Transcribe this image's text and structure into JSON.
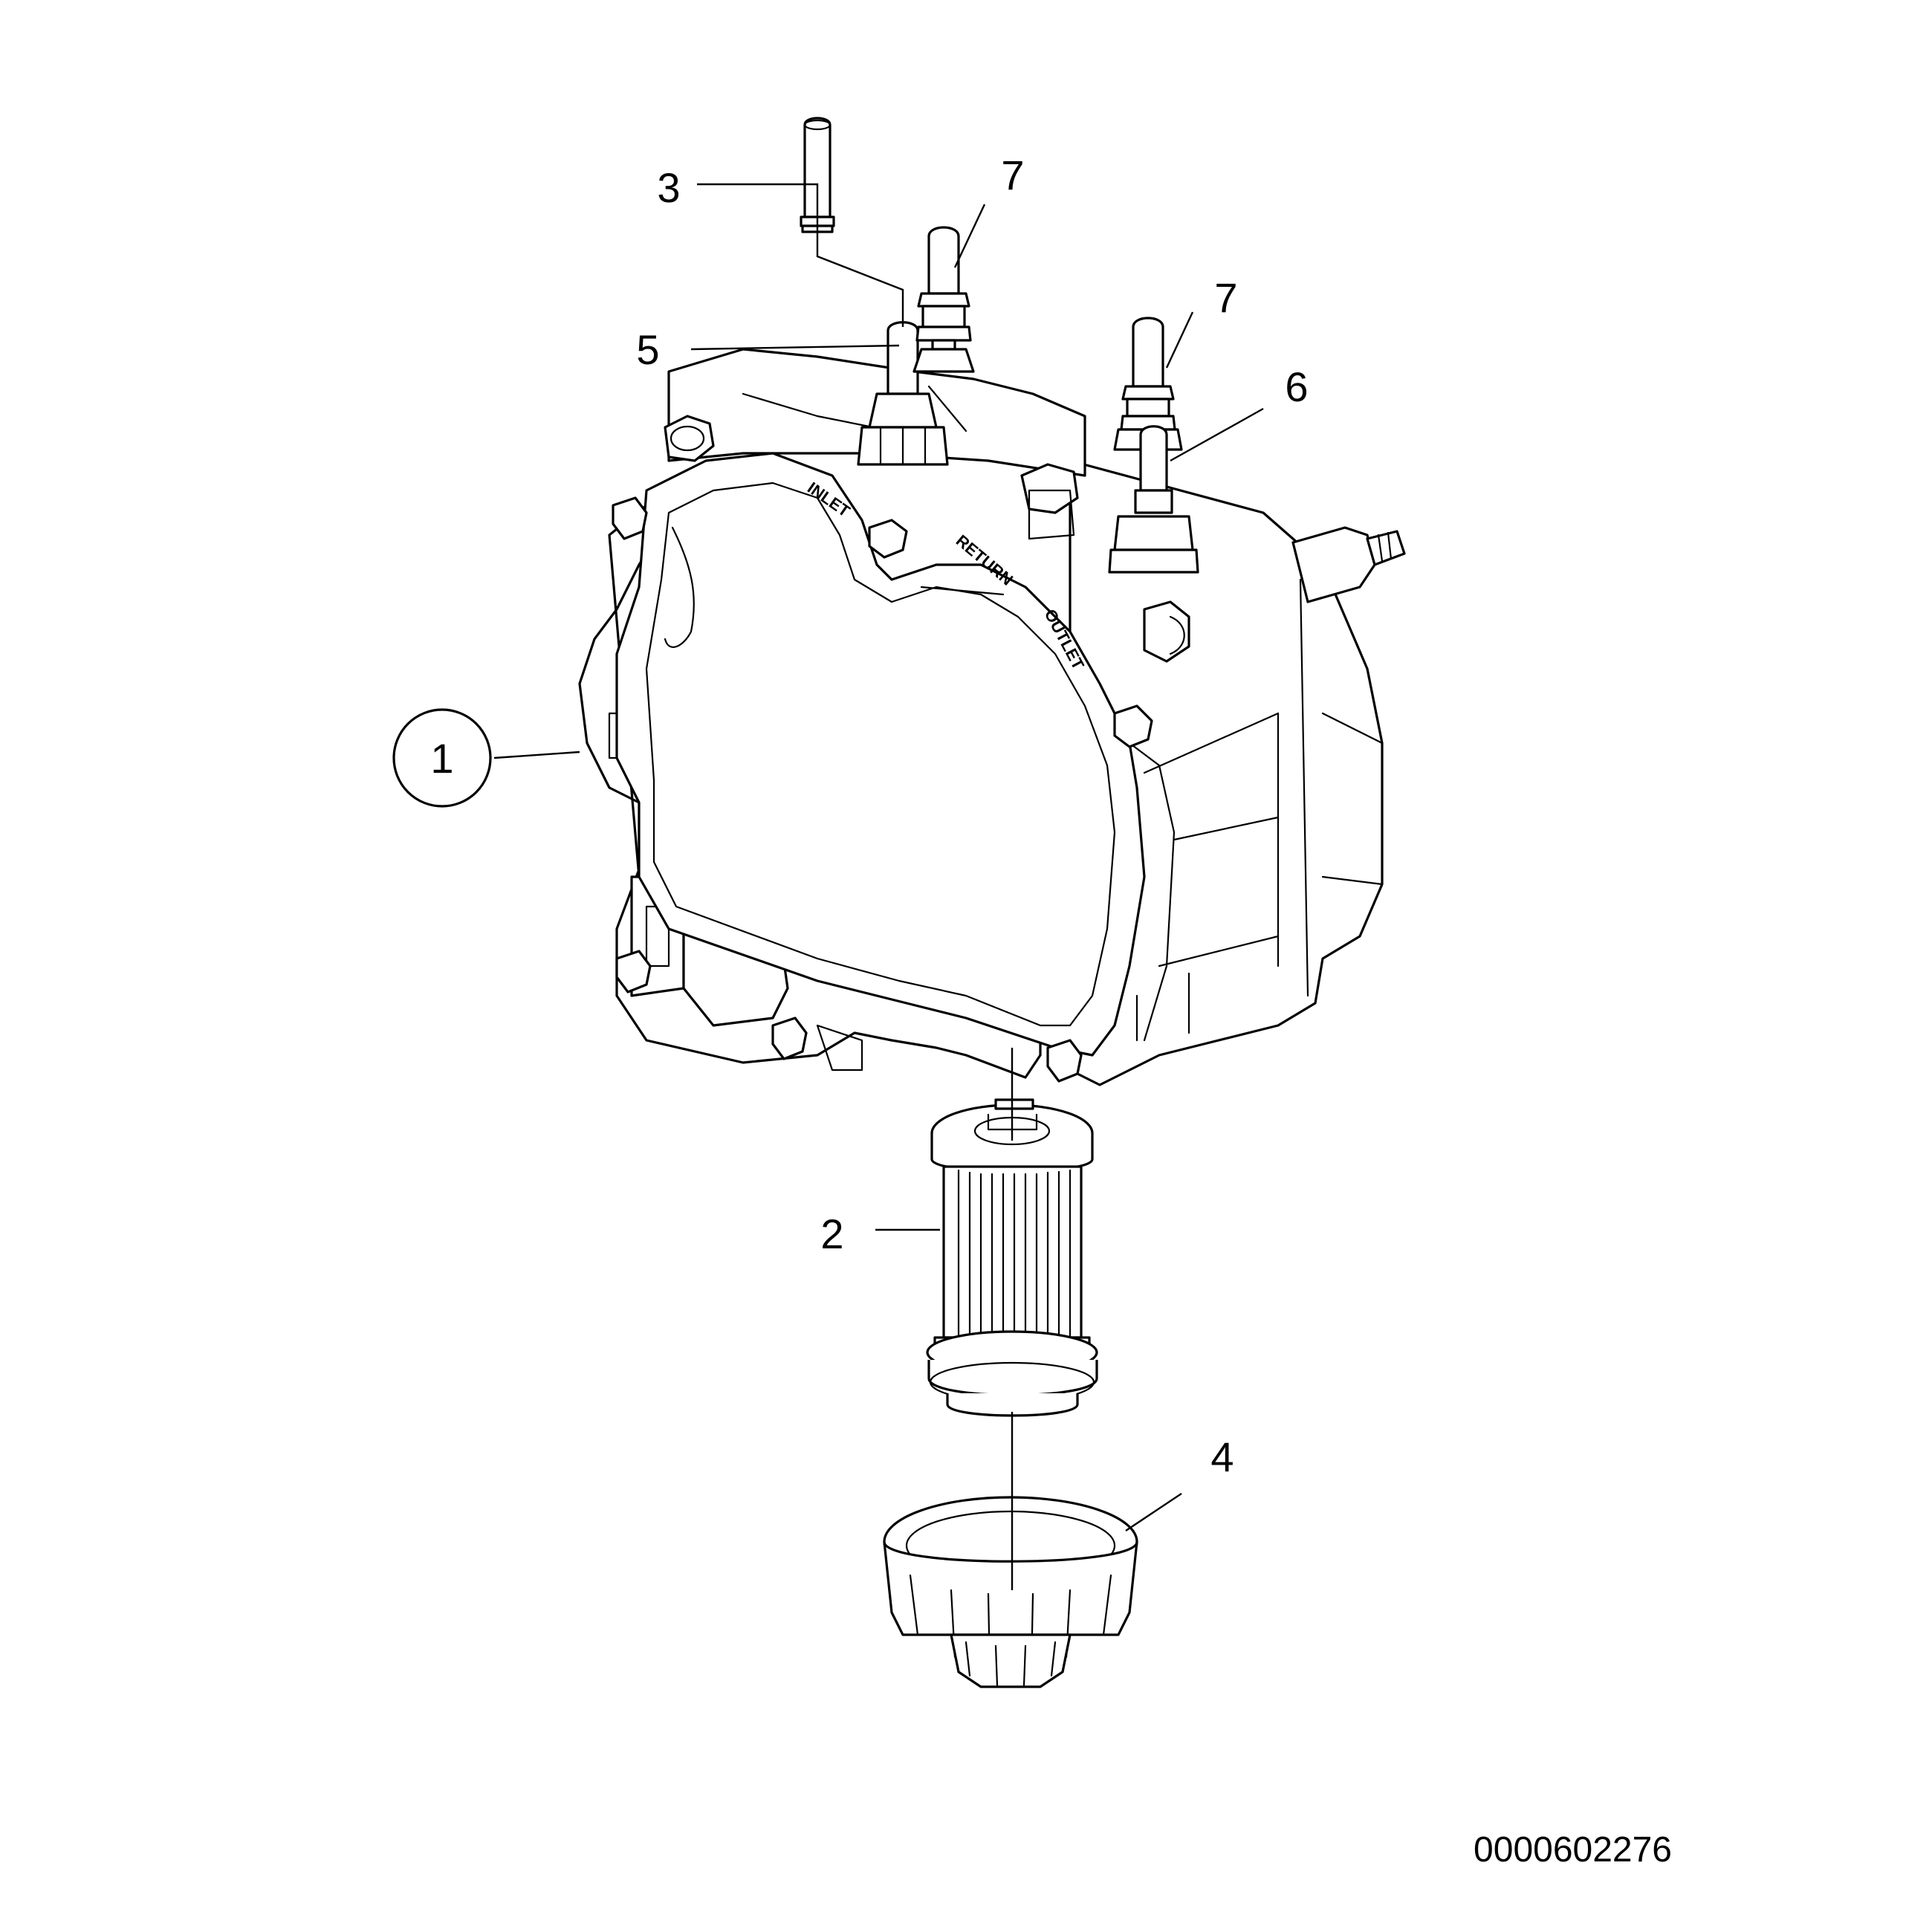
{
  "callouts": [
    {
      "id": "1",
      "label": "1",
      "circled": true
    },
    {
      "id": "2",
      "label": "2"
    },
    {
      "id": "3",
      "label": "3"
    },
    {
      "id": "4",
      "label": "4"
    },
    {
      "id": "5",
      "label": "5"
    },
    {
      "id": "6",
      "label": "6"
    },
    {
      "id": "7a",
      "label": "7"
    },
    {
      "id": "7b",
      "label": "7"
    }
  ],
  "reference_number": "0000602276"
}
